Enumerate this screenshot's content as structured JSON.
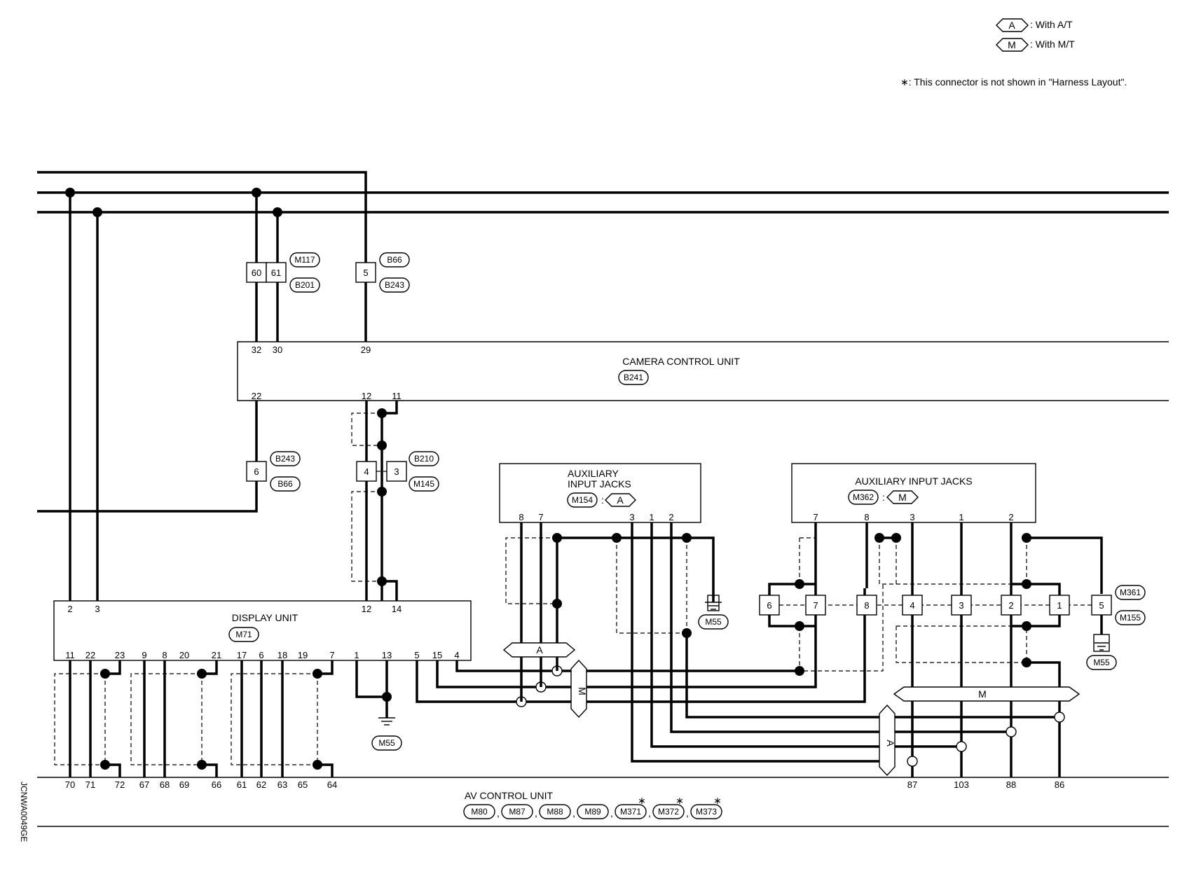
{
  "legend": {
    "at_code": "A",
    "at_text": ": With A/T",
    "mt_code": "M",
    "mt_text": ": With M/T",
    "note": "∗: This connector is not shown in \"Harness Layout\"."
  },
  "camera_unit": {
    "name": "CAMERA CONTROL UNIT",
    "connector": "B241",
    "pins_top": [
      "32",
      "30",
      "29"
    ],
    "pins_bottom": [
      "22",
      "12",
      "11"
    ]
  },
  "connectors": {
    "m117": "M117",
    "b201": "B201",
    "b66_top": "B66",
    "b243_top": "B243",
    "b243_mid": "B243",
    "b66_mid": "B66",
    "b210": "B210",
    "m145": "M145",
    "m361": "M361",
    "m155": "M155"
  },
  "terminals": {
    "t60": "60",
    "t61": "61",
    "t5": "5",
    "t6": "6",
    "t4": "4",
    "t3": "3",
    "r6": "6",
    "r7": "7",
    "r8": "8",
    "r4": "4",
    "r3": "3",
    "r2": "2",
    "r1": "1",
    "r5": "5"
  },
  "aux_at": {
    "name_line1": "AUXILIARY",
    "name_line2": "INPUT JACKS",
    "connector": "M154",
    "variant": "A",
    "pins": [
      "8",
      "7",
      "3",
      "1",
      "2"
    ]
  },
  "aux_mt": {
    "name": "AUXILIARY INPUT JACKS",
    "connector": "M362",
    "variant": "M",
    "pins": [
      "7",
      "8",
      "3",
      "1",
      "2"
    ]
  },
  "display_unit": {
    "name": "DISPLAY UNIT",
    "connector": "M71",
    "pins_top": [
      "2",
      "3",
      "12",
      "14"
    ],
    "pins_bottom": [
      "11",
      "22",
      "23",
      "9",
      "8",
      "20",
      "21",
      "17",
      "6",
      "18",
      "19",
      "7",
      "1",
      "13",
      "5",
      "15",
      "4"
    ]
  },
  "grounds": {
    "g1": "M55",
    "g2": "M55",
    "g3": "M55"
  },
  "harness_labels": {
    "a_small": "A",
    "m_vertical": "M",
    "m_horizontal": "M",
    "a_vertical": "A"
  },
  "av_unit": {
    "name": "AV CONTROL UNIT",
    "pins_left": [
      "70",
      "71",
      "72",
      "67",
      "68",
      "69",
      "66",
      "61",
      "62",
      "63",
      "65",
      "64"
    ],
    "pins_right": [
      "87",
      "103",
      "88",
      "86"
    ],
    "connectors": [
      "M80",
      "M87",
      "M88",
      "M89",
      "M371",
      "M372",
      "M373"
    ],
    "separators": [
      ",",
      ",",
      ",",
      ",",
      ",",
      ","
    ],
    "stars": [
      "∗",
      "∗",
      "∗"
    ]
  },
  "side_code": "JCNWA0049GE"
}
